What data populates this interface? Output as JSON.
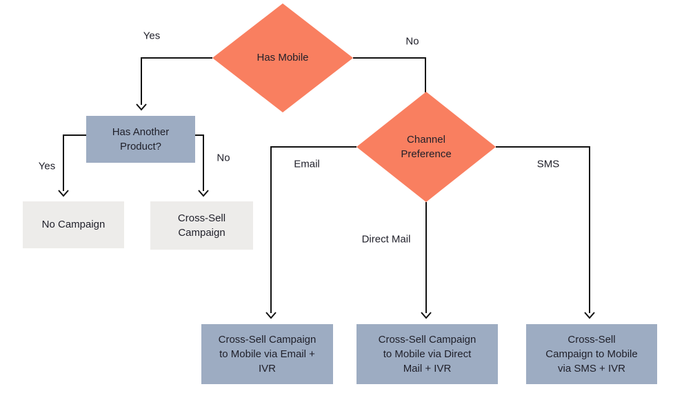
{
  "colors": {
    "decision_fill": "#F97F60",
    "action_fill": "#9DACC2",
    "terminal_fill": "#EDECEA",
    "connector": "#111111",
    "text": "#1F1F29"
  },
  "nodes": {
    "has_mobile": "Has Mobile",
    "channel_preference": "Channel Preference",
    "has_another_product": "Has Another Product?",
    "no_campaign": "No Campaign",
    "cross_sell_campaign": "Cross-Sell Campaign",
    "outcome_email": "Cross-Sell Campaign to Mobile via Email + IVR",
    "outcome_direct_mail": "Cross-Sell Campaign to Mobile via Direct Mail + IVR",
    "outcome_sms": "Cross-Sell Campaign to Mobile via SMS + IVR"
  },
  "edge_labels": {
    "has_mobile_yes": "Yes",
    "has_mobile_no": "No",
    "has_another_yes": "Yes",
    "has_another_no": "No",
    "channel_email": "Email",
    "channel_direct_mail": "Direct Mail",
    "channel_sms": "SMS"
  }
}
